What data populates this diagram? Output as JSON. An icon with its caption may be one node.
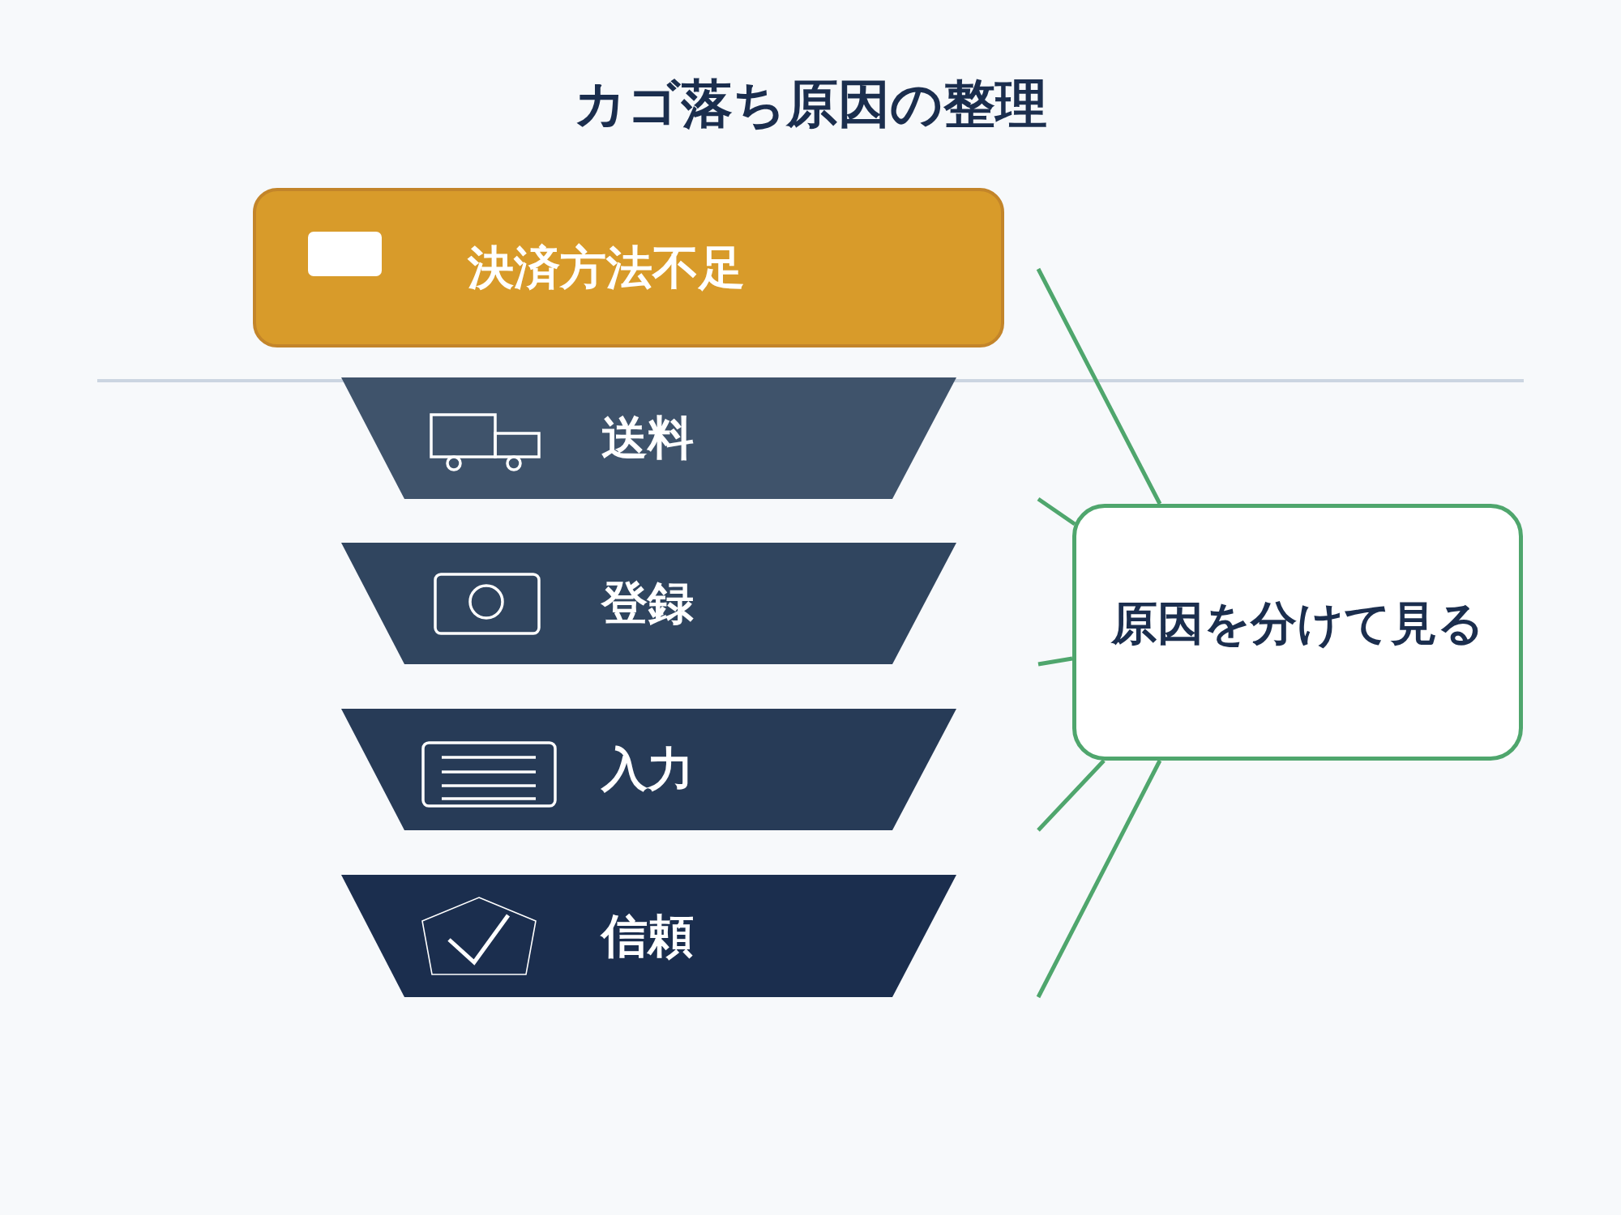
{
  "diagram": {
    "title": "カゴ落ち原因の整理",
    "nodes": [
      {
        "text": [
          "決済方法不足"
        ]
      },
      {
        "text": [
          "送料"
        ]
      },
      {
        "text": [
          "登録"
        ]
      },
      {
        "text": [
          "入力"
        ]
      },
      {
        "text": [
          "信頼"
        ]
      },
      {
        "text": [
          "原因を分けて見る"
        ]
      }
    ],
    "edges": [
      {
        "from": null,
        "to": 5,
        "arrow": "none"
      },
      {
        "from": null,
        "to": 5,
        "arrow": "none"
      },
      {
        "from": null,
        "to": 5,
        "arrow": "none"
      },
      {
        "from": null,
        "to": 5,
        "arrow": "none"
      },
      {
        "from": null,
        "to": 5,
        "arrow": "none"
      }
    ]
  }
}
